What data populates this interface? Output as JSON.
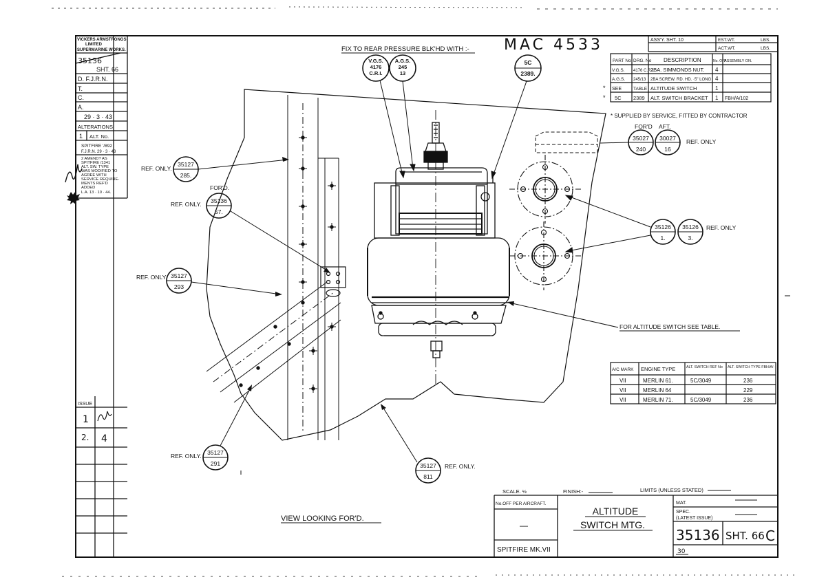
{
  "handwritten_ref": "MAC 4533",
  "title_block_left": {
    "company": [
      "VICKERS ARMSTRONGS",
      "LIMITED",
      "SUPERMARINE WORKS."
    ],
    "drawing_no": "35136",
    "sheet": "SHT. 66",
    "rows": [
      "D. F.J.R.N.",
      "T.",
      "C.",
      "A."
    ],
    "date": "29 · 3 · 43",
    "alterations_label": "ALTERATIONS.",
    "alt_no_label": "ALT. No.",
    "alt1": "1",
    "alt_note_1": [
      "SPITFIRE '/892",
      "F.J.R.N. 29 · 3 · 43"
    ],
    "alt_note_2": [
      "2  AMEND? AS",
      "SPITFIRE /1341",
      "ALT. SW. TYPE",
      "WAS MODIFIED TO",
      "AGREE WITH",
      "SERVICE REQUIRE-",
      "MENTS REF'D",
      "ADDED",
      "L.A.  13 · 10 · 44."
    ],
    "issue_label": "ISSUE",
    "issue_rows": [
      [
        "1",
        ""
      ],
      [
        "2.",
        "4"
      ]
    ]
  },
  "top_note": "FIX TO REAR PRESSURE BLK'HD WITH :-",
  "balloons_top": [
    {
      "top": "V.G.S.",
      "mid": "4176",
      "bot": "C.R.I."
    },
    {
      "top": "A.G.S.",
      "mid": "245",
      "bot": "13"
    },
    {
      "top": "5C",
      "mid": "",
      "bot": "2389."
    }
  ],
  "assy_header": {
    "assy": "ASS'Y. SHT. 10",
    "est_wt": "EST.WT.",
    "act_wt": "ACT.WT.",
    "lbs": "LBS."
  },
  "parts_table": {
    "headers": [
      "PART No",
      "DRG. No",
      "DESCRIPTION",
      "No. OFF",
      "ASSEMBLY ON."
    ],
    "rows": [
      [
        "",
        "V.G.S.",
        "4176 C.R.I.",
        "2BA. SIMMONDS NUT.",
        "4",
        ""
      ],
      [
        "",
        "A.G.S.",
        "245/13",
        "2BA SCREW. RD. HD. ·5\" LONG",
        "4",
        ""
      ],
      [
        "*",
        "SEE",
        "TABLE",
        "ALTITUDE SWITCH",
        "1",
        ""
      ],
      [
        "*",
        "5C",
        "2389",
        "ALT. SWITCH BRACKET",
        "1",
        "FBH/A/102"
      ]
    ],
    "footnote": "* SUPPLIED  BY SERVICE, FITTED BY CONTRACTOR"
  },
  "ref_ford_aft": {
    "ford_label": "FOR'D",
    "aft_label": "AFT.",
    "ford_top": "35027",
    "ford_bot": "240",
    "aft_top": "30027",
    "aft_bot": "16",
    "note": "REF. ONLY"
  },
  "ref_35126": {
    "a_top": "35126",
    "a_bot": "1.",
    "b_top": "35126",
    "b_bot": "3.",
    "note": "REF. ONLY"
  },
  "left_refs": [
    {
      "note": "REF. ONLY.",
      "top": "35127",
      "bot": "285.",
      "extra": ""
    },
    {
      "note": "REF. ONLY.",
      "top": "35136",
      "bot": "57.",
      "extra": "FOR'D."
    },
    {
      "note": "REF. ONLY",
      "top": "35127",
      "bot": "293",
      "extra": ""
    },
    {
      "note": "REF. ONLY.",
      "top": "35127",
      "bot": "291",
      "extra": ""
    }
  ],
  "bottom_ref": {
    "top": "35127",
    "bot": "811",
    "note": "REF. ONLY."
  },
  "alt_switch_note": "FOR ALTITUDE SWITCH SEE TABLE.",
  "engine_table": {
    "headers": [
      "A/C MARK",
      "ENGINE TYPE",
      "ALT. SWITCH REF No",
      "ALT. SWITCH TYPE FBH/A/-"
    ],
    "rows": [
      [
        "VII",
        "MERLIN 61.",
        "5C/3049",
        "236"
      ],
      [
        "VII",
        "MERLIN 64",
        "",
        "229"
      ],
      [
        "VII",
        "MERLIN 71.",
        "5C/3049",
        "236"
      ]
    ]
  },
  "view_label": "VIEW  LOOKING  FOR'D.",
  "title_block_bottom": {
    "scale": "SCALE.  ½",
    "finish": "FINISH:-",
    "limits": "LIMITS (UNLESS STATED)",
    "no_off": "No.OFF PER AIRCRAFT.",
    "dash": "—",
    "aircraft": "SPITFIRE MK.VII",
    "title1": "ALTITUDE",
    "title2": "SWITCH  MTG.",
    "mat": "MAT.",
    "spec": "SPEC.",
    "latest_issue": "(LATEST ISSUE)",
    "drawing_no": "35136",
    "sheet": "SHT. 66",
    "suffix": "C",
    "page_no": "30"
  }
}
